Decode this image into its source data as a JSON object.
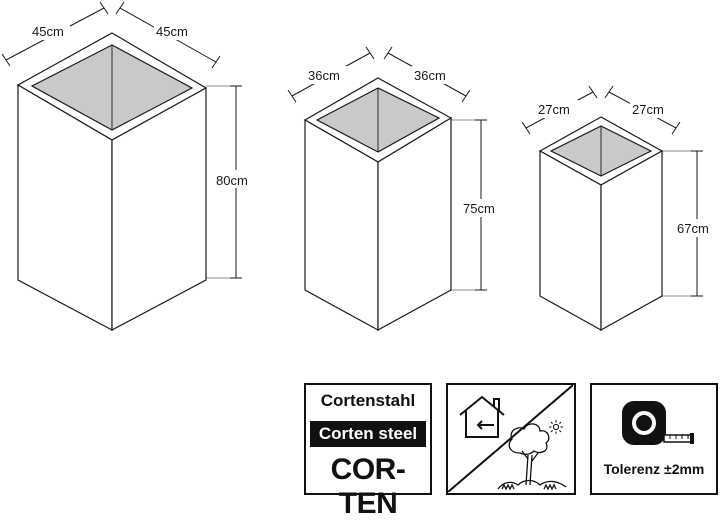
{
  "planters": [
    {
      "width_label": "45cm",
      "depth_label": "45cm",
      "height_label": "80cm"
    },
    {
      "width_label": "36cm",
      "depth_label": "36cm",
      "height_label": "75cm"
    },
    {
      "width_label": "27cm",
      "depth_label": "27cm",
      "height_label": "67cm"
    }
  ],
  "badges": {
    "material": {
      "line1": "Cortenstahl",
      "line2": "Corten steel",
      "line3": "COR-TEN"
    },
    "usage": {
      "indoor_icon": "house-icon",
      "outdoor_icon": "tree-icon",
      "sun_icon": "sun-icon"
    },
    "tolerance": {
      "icon": "tape-measure-icon",
      "label": "Tolerenz ±2mm"
    }
  },
  "colors": {
    "outline": "#1a1a1a",
    "inner": "#c9c9c9",
    "inner_dark": "#b5b5b5",
    "badge_fill": "#111111"
  }
}
